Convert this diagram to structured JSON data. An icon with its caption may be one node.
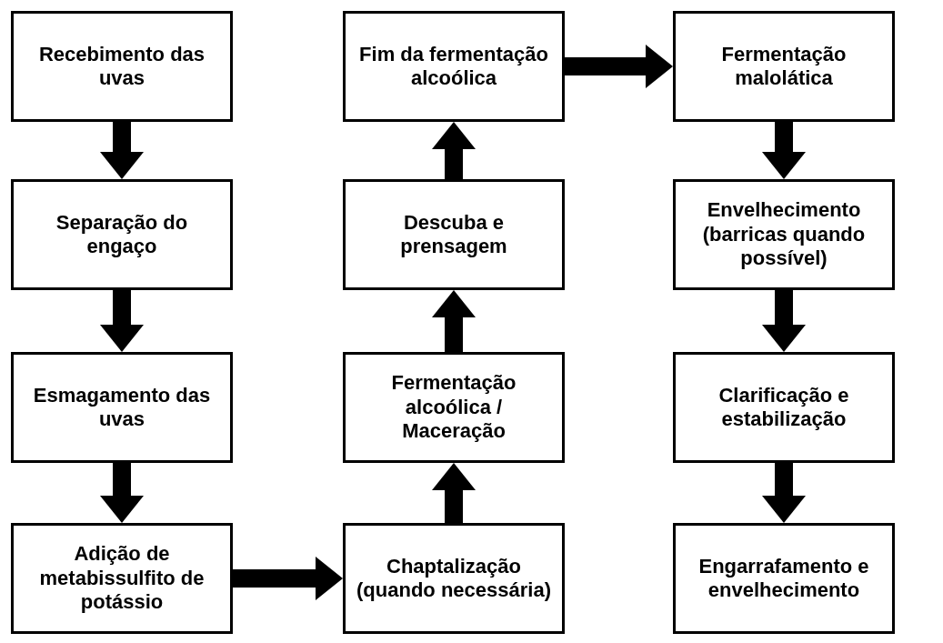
{
  "diagram": {
    "nodes": [
      {
        "text": [
          "Recebimento das uvas"
        ]
      },
      {
        "text": [
          "Separação do engaço"
        ]
      },
      {
        "text": [
          "Esmagamento das uvas"
        ]
      },
      {
        "text": [
          "Adição de metabissulfito de potássio"
        ]
      },
      {
        "text": [
          "Chaptalização (quando necessária)"
        ]
      },
      {
        "text": [
          "Fermentação alcoólica / Maceração"
        ]
      },
      {
        "text": [
          "Descuba e prensagem"
        ]
      },
      {
        "text": [
          "Fim da fermentação alcoólica"
        ]
      },
      {
        "text": [
          "Fermentação malolática"
        ]
      },
      {
        "text": [
          "Envelhecimento (barricas quando possível)"
        ]
      },
      {
        "text": [
          "Clarificação e estabilização"
        ]
      },
      {
        "text": [
          "Engarrafamento e envelhecimento"
        ]
      }
    ],
    "edges": [
      {
        "from": 0,
        "to": 1,
        "arrow": "to"
      },
      {
        "from": 1,
        "to": 2,
        "arrow": "to"
      },
      {
        "from": 2,
        "to": 3,
        "arrow": "to"
      },
      {
        "from": 3,
        "to": 4,
        "arrow": "to"
      },
      {
        "from": 4,
        "to": 5,
        "arrow": "to"
      },
      {
        "from": 5,
        "to": 6,
        "arrow": "to"
      },
      {
        "from": 6,
        "to": 7,
        "arrow": "to"
      },
      {
        "from": 7,
        "to": 8,
        "arrow": "to"
      },
      {
        "from": 8,
        "to": 9,
        "arrow": "to"
      },
      {
        "from": 9,
        "to": 10,
        "arrow": "to"
      },
      {
        "from": 10,
        "to": 11,
        "arrow": "to"
      }
    ]
  }
}
